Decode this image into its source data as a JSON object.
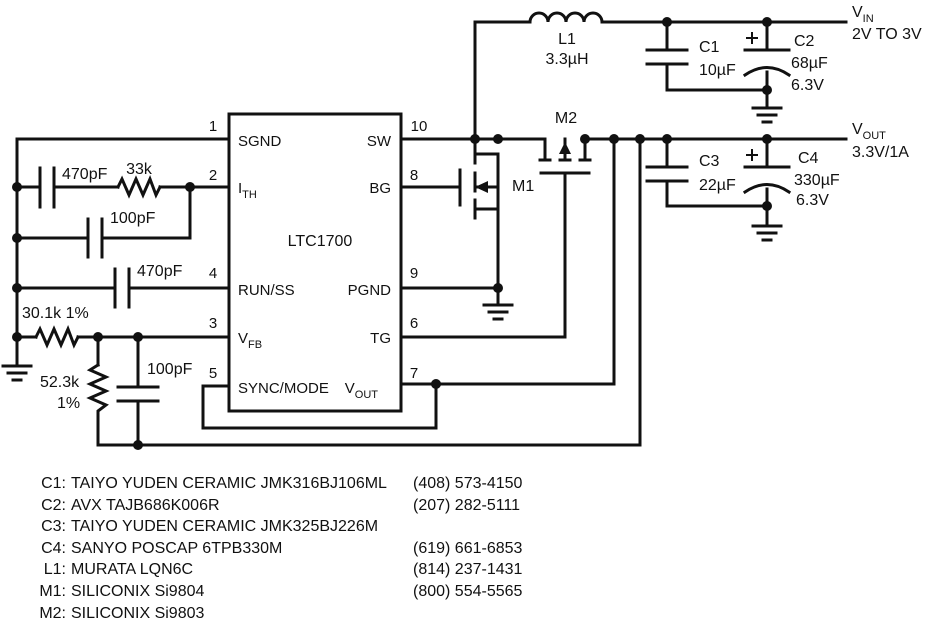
{
  "ic": {
    "name": "LTC1700",
    "pins": [
      {
        "num": "1",
        "label": "SGND"
      },
      {
        "num": "2",
        "label": "I",
        "sub": "TH"
      },
      {
        "num": "4",
        "label": "RUN/SS"
      },
      {
        "num": "3",
        "label": "V",
        "sub": "FB"
      },
      {
        "num": "5",
        "label": "SYNC/MODE"
      },
      {
        "num": "10",
        "label": "SW"
      },
      {
        "num": "8",
        "label": "BG"
      },
      {
        "num": "9",
        "label": "PGND"
      },
      {
        "num": "6",
        "label": "TG"
      },
      {
        "num": "7",
        "label": "V",
        "sub": "OUT"
      }
    ]
  },
  "components": {
    "l1": {
      "ref": "L1",
      "value": "3.3µH"
    },
    "c1": {
      "ref": "C1",
      "value": "10µF"
    },
    "c2": {
      "ref": "C2",
      "value": "68µF",
      "rating": "6.3V"
    },
    "c3": {
      "ref": "C3",
      "value": "22µF"
    },
    "c4": {
      "ref": "C4",
      "value": "330µF",
      "rating": "6.3V"
    },
    "m1": {
      "ref": "M1"
    },
    "m2": {
      "ref": "M2"
    },
    "c_ith": {
      "value": "470pF"
    },
    "r_ith": {
      "value": "33k"
    },
    "c_ith2": {
      "value": "100pF"
    },
    "c_run": {
      "value": "470pF"
    },
    "r_top": {
      "value": "30.1k 1%"
    },
    "r_bot": {
      "value": "52.3k",
      "tol": "1%"
    },
    "c_fb": {
      "value": "100pF"
    }
  },
  "rails": {
    "vin": {
      "label": "V",
      "sub": "IN",
      "spec": "2V TO 3V"
    },
    "vout": {
      "label": "V",
      "sub": "OUT",
      "spec": "3.3V/1A"
    }
  },
  "bom": [
    {
      "ref": "C1:",
      "desc": "TAIYO YUDEN CERAMIC JMK316BJ106ML",
      "phone": "(408) 573-4150"
    },
    {
      "ref": "C2:",
      "desc": "AVX TAJB686K006R",
      "phone": "(207) 282-5111"
    },
    {
      "ref": "C3:",
      "desc": "TAIYO YUDEN CERAMIC JMK325BJ226M",
      "phone": ""
    },
    {
      "ref": "C4:",
      "desc": "SANYO POSCAP 6TPB330M",
      "phone": "(619) 661-6853"
    },
    {
      "ref": "L1:",
      "desc": "MURATA LQN6C",
      "phone": "(814) 237-1431"
    },
    {
      "ref": "M1:",
      "desc": "SILICONIX Si9804",
      "phone": "(800) 554-5565"
    },
    {
      "ref": "M2:",
      "desc": "SILICONIX Si9803",
      "phone": ""
    }
  ]
}
